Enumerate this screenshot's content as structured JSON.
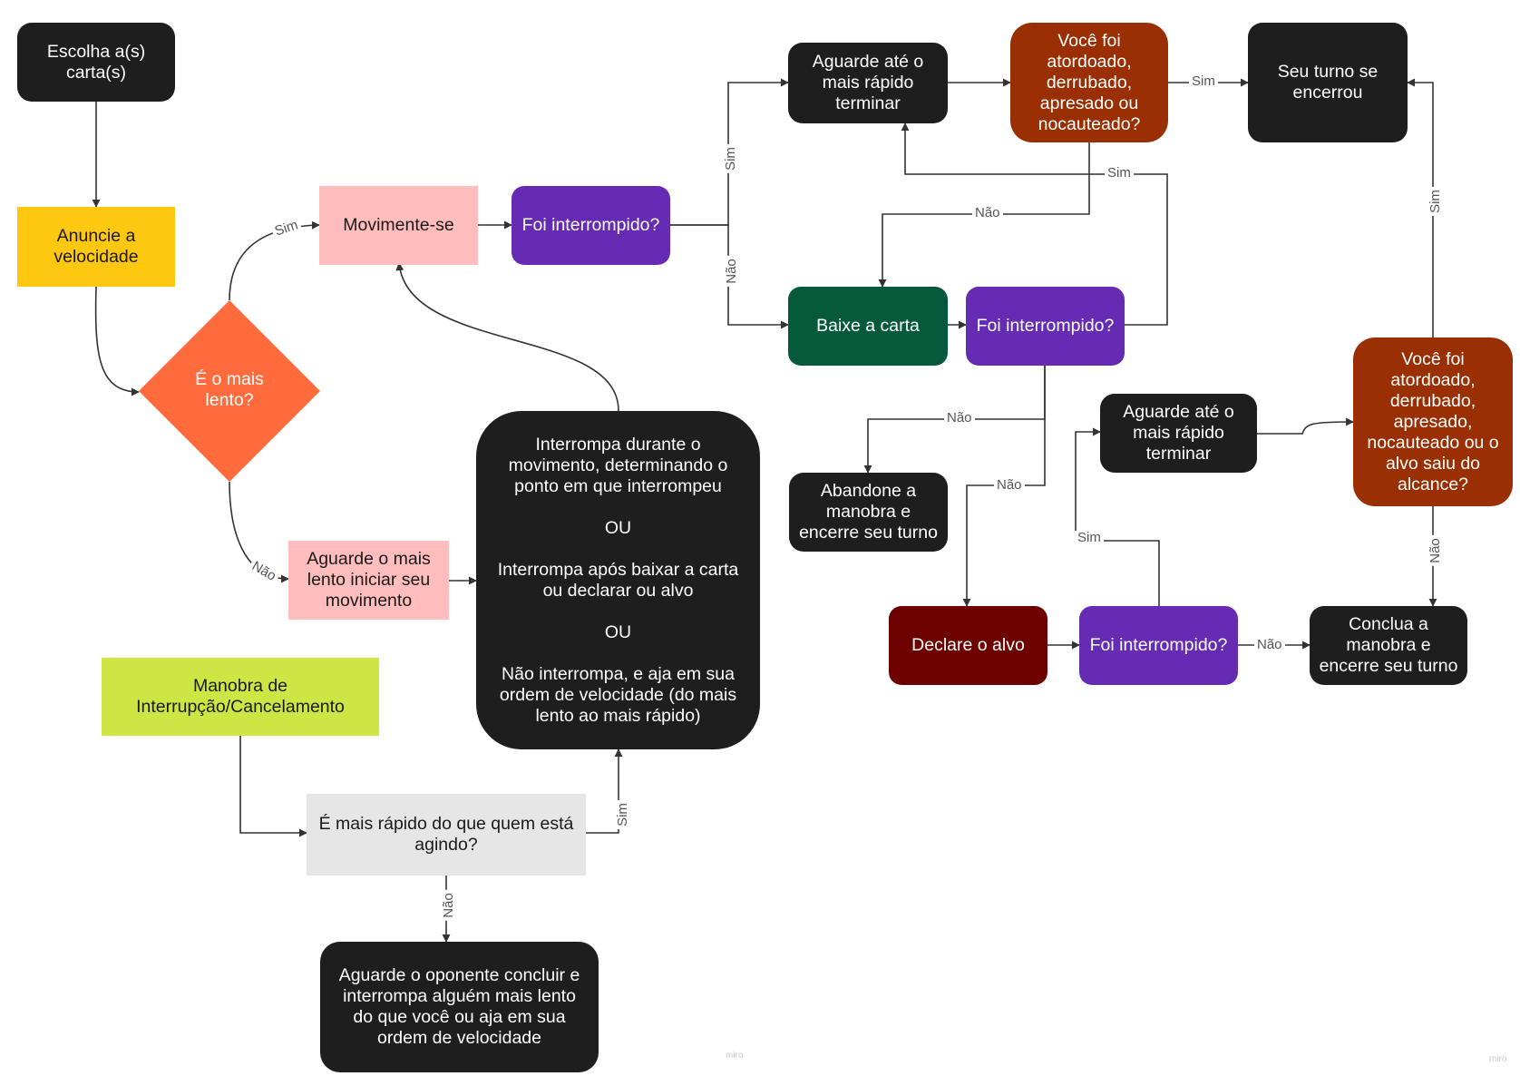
{
  "nodes": {
    "escolha": "Escolha a(s)\ncarta(s)",
    "anuncie": "Anuncie a\nvelocidade",
    "mais_lento": "É o mais\nlento?",
    "movimente": "Movimente-se",
    "foi_interrompido_1": "Foi interrompido?",
    "aguarde_rapido_1": "Aguarde até o\nmais rápido\nterminar",
    "atordoado_1": "Você foi\natordoado,\nderrubado,\napresado ou\nnocauteado?",
    "turno_encerrou": "Seu turno se\nencerrou",
    "baixe_carta": "Baixe a carta",
    "foi_interrompido_2": "Foi interrompido?",
    "abandone": "Abandone a\nmanobra e\nencerre seu turno",
    "aguarde_rapido_2": "Aguarde até o\nmais rápido\nterminar",
    "atordoado_2": "Você foi\natordoado,\nderrubado,\napresado,\nnocauteado ou o\nalvo saiu do\nalcance?",
    "declare_alvo": "Declare o alvo",
    "foi_interrompido_3": "Foi interrompido?",
    "conclua": "Conclua a\nmanobra e\nencerre seu turno",
    "aguarde_lento": "Aguarde o mais\nlento iniciar seu\nmovimento",
    "interrompa": "Interrompa durante o\nmovimento, determinando o\nponto em que interrompeu\n\nOU\n\nInterrompa após baixar a carta\nou declarar ou alvo\n\nOU\n\nNão interrompa, e aja em sua\nordem de velocidade (do mais\nlento ao mais rápido)",
    "manobra_interrupcao": "Manobra de\nInterrupção/Cancelamento",
    "mais_rapido": "É mais rápido do que quem está\nagindo?",
    "aguarde_oponente": "Aguarde o oponente concluir e\ninterrompa alguém mais lento\ndo que você ou aja em sua\nordem de velocidade"
  },
  "edge_labels": {
    "sim": "Sim",
    "nao": "Não"
  },
  "watermark": "miro",
  "colors": {
    "dark": "#1e1e1e",
    "purple": "#652cb3",
    "rust": "#9b2f04",
    "green": "#065a3b",
    "maroon": "#6d0101",
    "yellow": "#fec710",
    "pink": "#ffbdbd",
    "lime": "#cde643",
    "grey": "#e6e6e6",
    "diamond": "#ff6b3d",
    "connector": "#333333"
  }
}
